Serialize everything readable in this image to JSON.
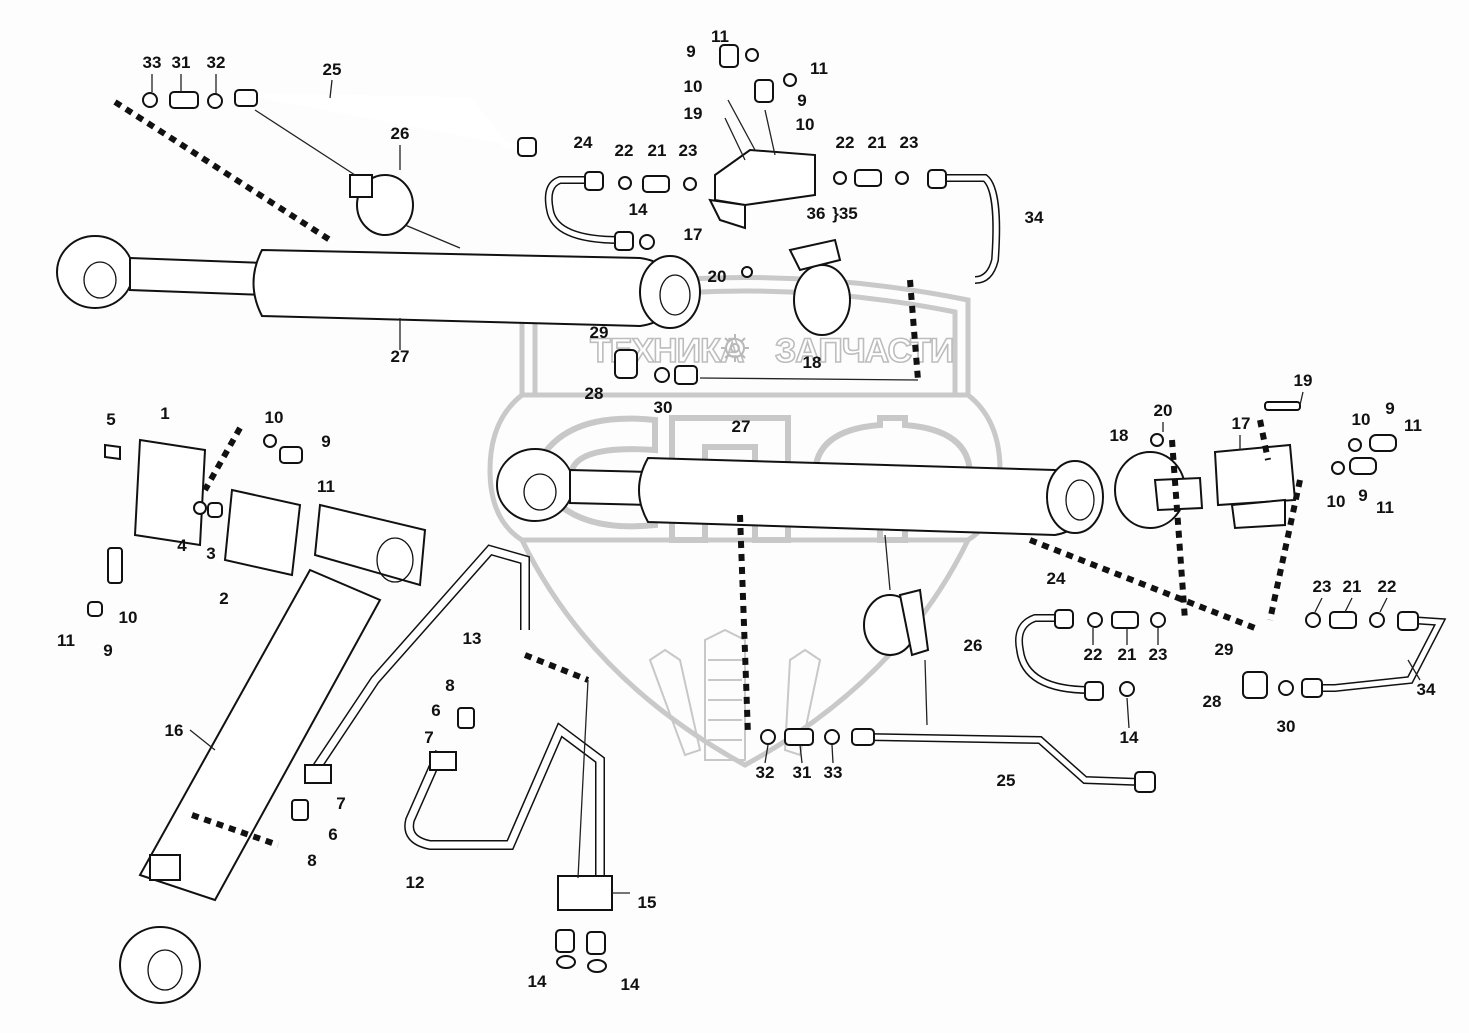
{
  "diagram": {
    "type": "exploded-parts-diagram",
    "subject": "hydraulic cylinders with valve blocks, pipes and fittings"
  },
  "watermark": {
    "top_text_left": "ТЕХНИКА",
    "top_text_right": "ЗАПЧАСТИ",
    "logo_letters": "СПФ",
    "icon": "gear-icon"
  },
  "callouts": {
    "c1": "1",
    "c2": "2",
    "c3": "3",
    "c4": "4",
    "c5": "5",
    "c6a": "6",
    "c6b": "6",
    "c7a": "7",
    "c7b": "7",
    "c8a": "8",
    "c8b": "8",
    "c9a": "9",
    "c9b": "9",
    "c9c": "9",
    "c9d": "9",
    "c9e": "9",
    "c9f": "9",
    "c10a": "10",
    "c10b": "10",
    "c10c": "10",
    "c10d": "10",
    "c10e": "10",
    "c10f": "10",
    "c11a": "11",
    "c11b": "11",
    "c11c": "11",
    "c11d": "11",
    "c11e": "11",
    "c11f": "11",
    "c12": "12",
    "c13": "13",
    "c14a": "14",
    "c14b": "14",
    "c14c": "14",
    "c14d": "14",
    "c15": "15",
    "c16": "16",
    "c17a": "17",
    "c17b": "17",
    "c18a": "18",
    "c18b": "18",
    "c19a": "19",
    "c19b": "19",
    "c20a": "20",
    "c20b": "20",
    "c21a": "21",
    "c21b": "21",
    "c21c": "21",
    "c21d": "21",
    "c22a": "22",
    "c22b": "22",
    "c22c": "22",
    "c22d": "22",
    "c23a": "23",
    "c23b": "23",
    "c23c": "23",
    "c23d": "23",
    "c24a": "24",
    "c24b": "24",
    "c25a": "25",
    "c25b": "25",
    "c26a": "26",
    "c26b": "26",
    "c27a": "27",
    "c27b": "27",
    "c28a": "28",
    "c28b": "28",
    "c29a": "29",
    "c29b": "29",
    "c30a": "30",
    "c30b": "30",
    "c31a": "31",
    "c31b": "31",
    "c32a": "32",
    "c32b": "32",
    "c33a": "33",
    "c33b": "33",
    "c34a": "34",
    "c34b": "34",
    "c35": "35",
    "c36": "36"
  }
}
